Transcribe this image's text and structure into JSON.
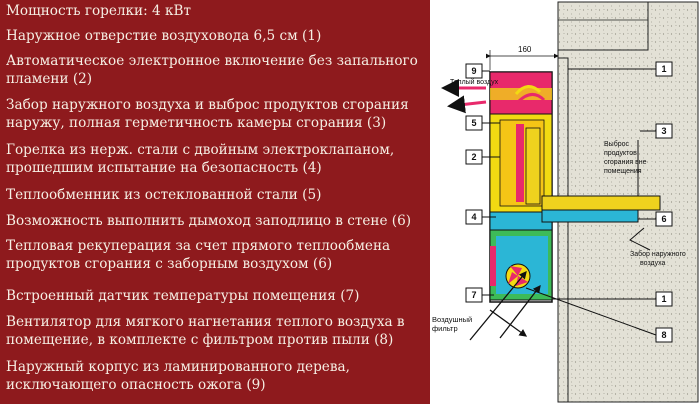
{
  "features": [
    "Мощность горелки: 4 кВт",
    "Наружное отверстие воздуховода 6,5 см (1)",
    "Автоматическое электронное включение без запального пламени (2)",
    "Забор наружного воздуха и выброс продуктов сгорания наружу, полная герметичность камеры сгорания (3)",
    "Горелка из нерж. стали с двойным электроклапаном, прошедшим испытание на безопасность (4)",
    "Теплообменник из остеклованной стали (5)",
    "Возможность выполнить дымоход заподлицо в стене (6)",
    "Тепловая рекуперация за счет прямого теплообмена продуктов сгорания с заборным воздухом (6)",
    "Встроенный датчик температуры помещения (7)",
    "Вентилятор для мягкого нагнетания теплого воздуха в помещение, в комплекте с фильтром против пыли (8)",
    "Наружный корпус из ламинированного дерева, исключающего опасность ожога (9)"
  ],
  "diagram": {
    "dimension": "160",
    "warm_air_label": "Теплый воздух",
    "exhaust_label_lines": [
      "Выброс",
      "продуктов",
      "сгорания вне",
      "помещения"
    ],
    "intake_label_lines": [
      "Забор наружного",
      "воздуха"
    ],
    "filter_label_lines": [
      "Воздушный",
      "фильтр"
    ],
    "callouts": [
      "9",
      "5",
      "2",
      "4",
      "7",
      "1",
      "3",
      "6",
      "1",
      "8"
    ],
    "colors": {
      "panel_bg": "#8e1a1d",
      "text": "#f6efe4",
      "wall": "#e3e1d6",
      "hot": "#f2da12",
      "mid": "#e8296b",
      "cool": "#2bb6d6",
      "green": "#3dbb58",
      "duct": "#efd21e"
    }
  }
}
